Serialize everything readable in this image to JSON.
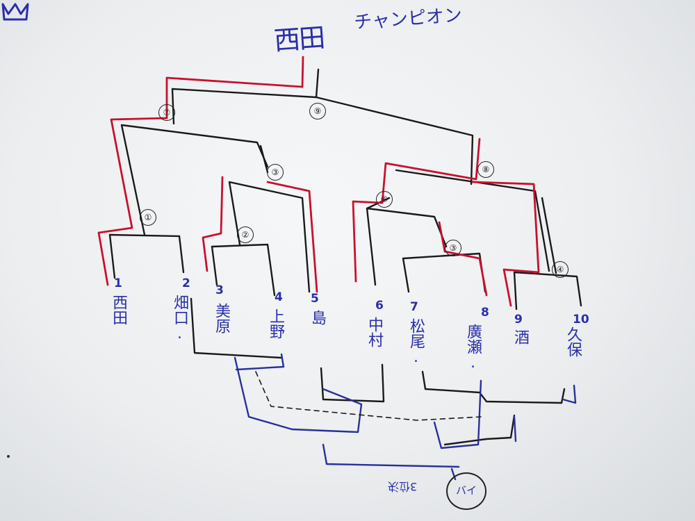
{
  "champion": {
    "name": "西田",
    "title": "チャンピオン"
  },
  "players": [
    {
      "seed": "1",
      "name": "西田"
    },
    {
      "seed": "2",
      "name": "畑口."
    },
    {
      "seed": "3",
      "name": "美原"
    },
    {
      "seed": "4",
      "name": "上野"
    },
    {
      "seed": "5",
      "name": "島"
    },
    {
      "seed": "6",
      "name": "中村"
    },
    {
      "seed": "7",
      "name": "松尾."
    },
    {
      "seed": "8",
      "name": "廣瀬."
    },
    {
      "seed": "9",
      "name": "酒"
    },
    {
      "seed": "10",
      "name": "久保"
    }
  ],
  "matches": [
    {
      "id": "m1",
      "label": "①"
    },
    {
      "id": "m2",
      "label": "②"
    },
    {
      "id": "m3a",
      "label": "③"
    },
    {
      "id": "m3b",
      "label": "③"
    },
    {
      "id": "m4",
      "label": "④"
    },
    {
      "id": "m6",
      "label": "⑥"
    },
    {
      "id": "m7",
      "label": "⑦"
    },
    {
      "id": "m8",
      "label": "⑧"
    },
    {
      "id": "m9",
      "label": "⑨"
    }
  ],
  "consolation": {
    "bye_label": "バイ",
    "note": "3位決"
  },
  "colors": {
    "winner_line": "#c8102e",
    "bracket_line": "#1a1a1a",
    "ink_blue": "#2b2fa8",
    "loser_line": "#28309a"
  }
}
